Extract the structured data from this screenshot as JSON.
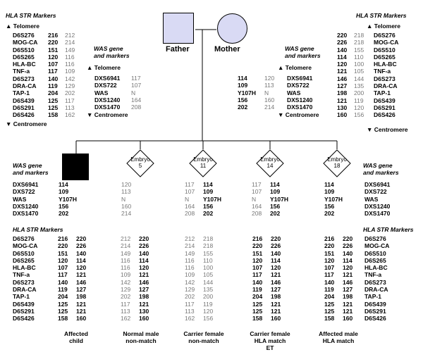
{
  "headings": {
    "hla": "HLA STR Markers",
    "was_line1": "WAS gene",
    "was_line2": "and markers",
    "telomere": "Telomere",
    "centromere": "Centromere"
  },
  "parents": {
    "father": "Father",
    "mother": "Mother"
  },
  "hla_markers": [
    "D6S276",
    "MOG-CA",
    "D6S510",
    "D6S265",
    "HLA-BC",
    "TNF-a",
    "D6S273",
    "DRA-CA",
    "TAP-1",
    "D6S439",
    "D6S291",
    "D6S426"
  ],
  "was_markers": [
    "DXS6941",
    "DXS722",
    "WAS",
    "DXS1240",
    "DXS1470"
  ],
  "father_hla": {
    "a": [
      "216",
      "220",
      "151",
      "120",
      "107",
      "117",
      "140",
      "119",
      "204",
      "125",
      "125",
      "158"
    ],
    "b": [
      "212",
      "214",
      "149",
      "116",
      "116",
      "109",
      "142",
      "129",
      "202",
      "117",
      "113",
      "162"
    ]
  },
  "father_was": [
    "117",
    "107",
    "N",
    "164",
    "208"
  ],
  "mother_was": {
    "a": [
      "114",
      "109",
      "Y107H",
      "156",
      "202"
    ],
    "b": [
      "120",
      "113",
      "N",
      "160",
      "214"
    ]
  },
  "mother_hla": {
    "a": [
      "220",
      "226",
      "140",
      "114",
      "120",
      "121",
      "146",
      "127",
      "198",
      "121",
      "130",
      "160"
    ],
    "b": [
      "218",
      "218",
      "155",
      "110",
      "100",
      "105",
      "144",
      "135",
      "200",
      "119",
      "120",
      "156"
    ]
  },
  "embryo_word": "Embryo",
  "children": [
    {
      "id": "",
      "was": [
        "114",
        "109",
        "Y107H",
        "156",
        "202"
      ],
      "hla_a": [
        "216",
        "220",
        "151",
        "120",
        "107",
        "117",
        "140",
        "119",
        "204",
        "125",
        "125",
        "158"
      ],
      "hla_b": [
        "220",
        "226",
        "140",
        "114",
        "120",
        "121",
        "146",
        "127",
        "198",
        "121",
        "121",
        "160"
      ],
      "cap": [
        "Affected",
        "child"
      ]
    },
    {
      "id": "5",
      "was": [
        "120",
        "113",
        "N",
        "160",
        "214"
      ],
      "hla_a": [
        "212",
        "214",
        "149",
        "116",
        "116",
        "109",
        "142",
        "129",
        "202",
        "117",
        "113",
        "162"
      ],
      "hla_b": [
        "220",
        "226",
        "140",
        "114",
        "120",
        "121",
        "146",
        "127",
        "198",
        "121",
        "130",
        "160"
      ],
      "cap": [
        "Normal male",
        "non-match"
      ]
    },
    {
      "id": "11",
      "was_a": [
        "117",
        "107",
        "N",
        "164",
        "208"
      ],
      "was_b": [
        "114",
        "109",
        "Y107H",
        "156",
        "202"
      ],
      "hla_a": [
        "212",
        "214",
        "149",
        "116",
        "116",
        "109",
        "142",
        "129",
        "202",
        "117",
        "113",
        "162"
      ],
      "hla_b": [
        "218",
        "218",
        "155",
        "110",
        "100",
        "105",
        "144",
        "135",
        "200",
        "119",
        "120",
        "156"
      ],
      "cap": [
        "Carrier female",
        "non-match"
      ]
    },
    {
      "id": "14",
      "was_a": [
        "117",
        "107",
        "N",
        "164",
        "208"
      ],
      "was_b": [
        "114",
        "109",
        "Y107H",
        "156",
        "202"
      ],
      "hla_a": [
        "216",
        "220",
        "151",
        "120",
        "107",
        "117",
        "140",
        "119",
        "204",
        "125",
        "125",
        "158"
      ],
      "hla_b": [
        "220",
        "226",
        "140",
        "114",
        "120",
        "121",
        "146",
        "127",
        "198",
        "121",
        "121",
        "160"
      ],
      "cap": [
        "Carrier female",
        "HLA match",
        "ET"
      ]
    },
    {
      "id": "18",
      "was": [
        "114",
        "109",
        "Y107H",
        "156",
        "202"
      ],
      "hla_a": [
        "216",
        "220",
        "151",
        "120",
        "107",
        "117",
        "140",
        "119",
        "204",
        "125",
        "125",
        "158"
      ],
      "hla_b": [
        "220",
        "226",
        "140",
        "114",
        "120",
        "121",
        "146",
        "127",
        "198",
        "121",
        "121",
        "160"
      ],
      "cap": [
        "Affected male",
        "HLA match"
      ]
    }
  ]
}
